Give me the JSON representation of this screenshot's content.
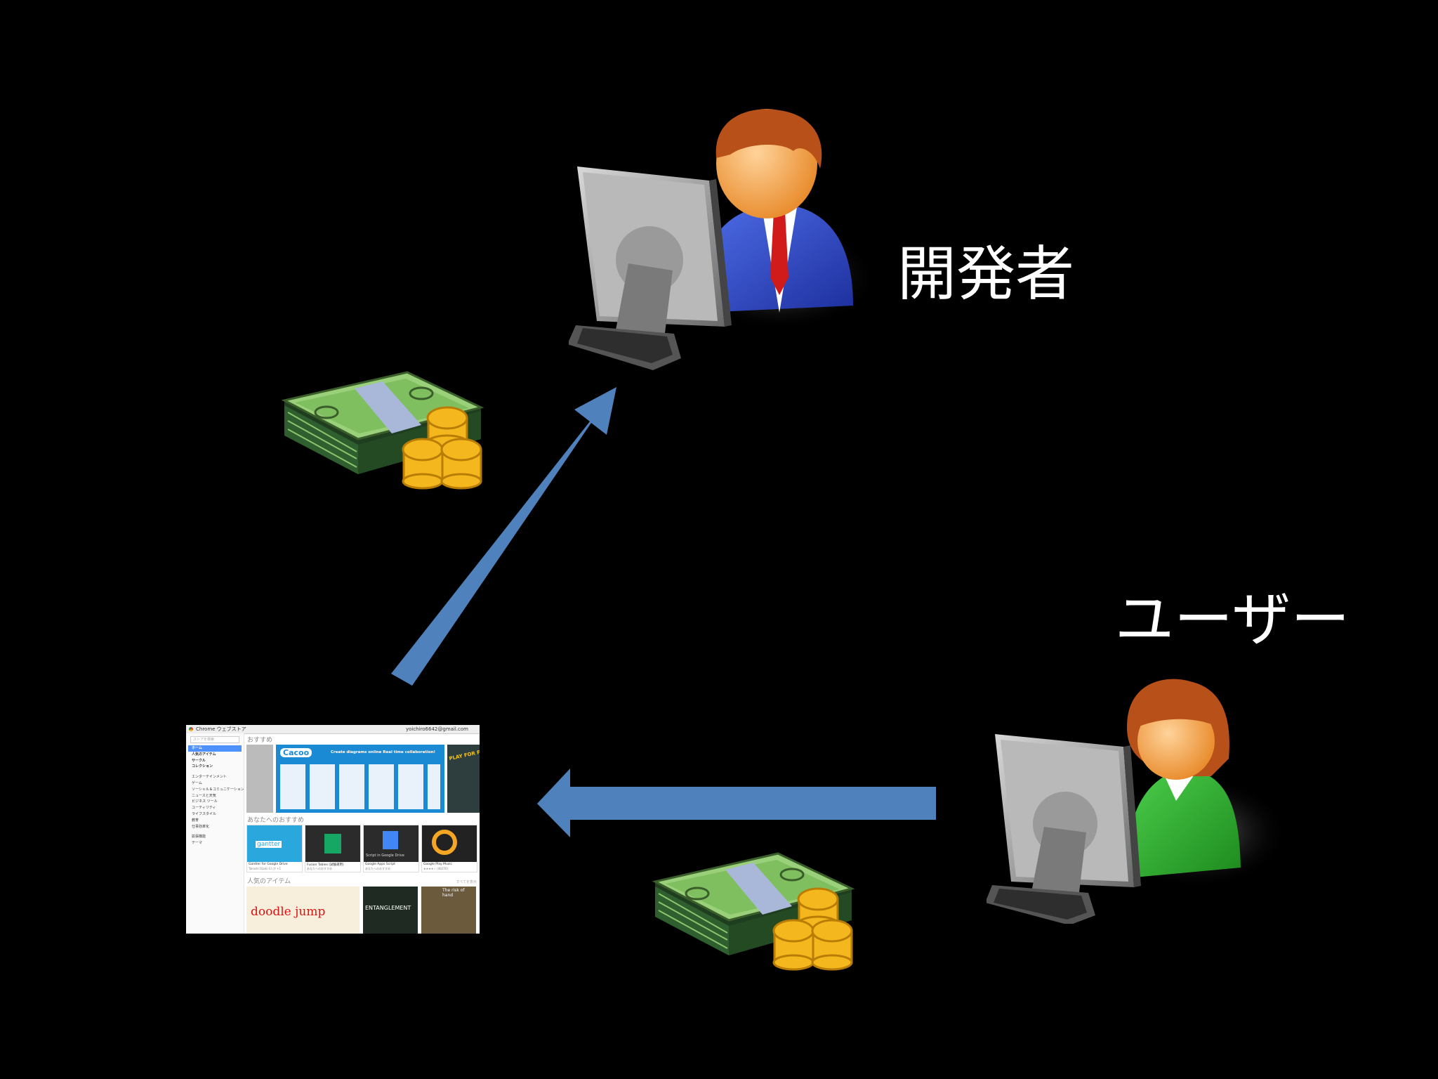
{
  "labels": {
    "developer": "開発者",
    "user": "ユーザー"
  },
  "colors": {
    "background": "#000000",
    "arrow": "#4f81bd",
    "text": "#ffffff"
  },
  "icons": [
    "developer-at-computer-icon",
    "user-at-computer-icon",
    "money-and-coins-icon",
    "chrome-web-store-screenshot"
  ],
  "store": {
    "title": "Chrome ウェブストア",
    "account": "yoichiro6642@gmail.com",
    "search_placeholder": "ストアを検索",
    "sidebar": [
      "ホーム",
      "人気のアイテム",
      "サークル",
      "コレクション",
      "エンターテインメント",
      "ゲーム",
      "ソーシャル＆コミュニケーション",
      "ニュースと天気",
      "ビジネス ツール",
      "ユーティリティ",
      "ライフスタイル",
      "教育",
      "仕事効率化",
      "拡張機能",
      "テーマ"
    ],
    "sections": {
      "featured": "おすすめ",
      "recommended": "あなたへのおすすめ",
      "popular": "人気のアイテム",
      "more": "すべてを表示"
    },
    "banner": {
      "brand": "Cacoo",
      "tagline": "Create diagrams online Real time collaboration!",
      "play": "PLAY FOR FREE"
    },
    "apps": [
      {
        "name": "Gantter for Google Drive",
        "sub": "Takashi Ozaki 4人が +1",
        "art": "gantter"
      },
      {
        "name": "Fusion Tables (試験運用)",
        "sub": "あなたへのおすすめ",
        "art": ""
      },
      {
        "name": "Google Apps Script",
        "sub": "あなたへのおすすめ",
        "art": "Script in Google Drive"
      },
      {
        "name": "Google Play Music",
        "sub": "★★★★☆ (48256)",
        "art": ""
      }
    ],
    "popular_apps": [
      "doodle jump",
      "ENTANGLEMENT",
      "The risk of hand"
    ]
  }
}
